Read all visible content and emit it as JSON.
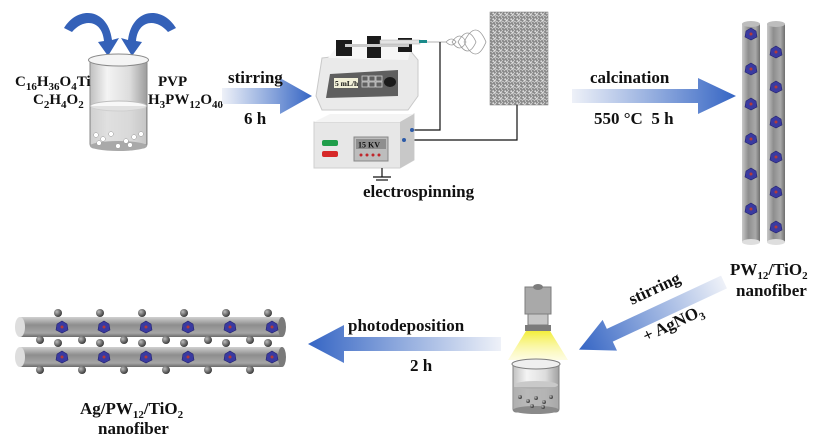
{
  "diagram": {
    "type": "process-flow",
    "title": "Preparation of Ag/PW12/TiO2 nanofiber",
    "colors": {
      "arrow": "#3b6cc7",
      "arrow_fade": "#e8ecf6",
      "fiber": "#9a9a9a",
      "cluster": "#3a3aa0",
      "ag_particle": "#555555",
      "lamp_light": "#f5f07a",
      "green_button": "#1f9e4a",
      "red_button": "#d62828"
    },
    "steps": [
      {
        "id": "precursor",
        "reagents_left": [
          "C16H36O4Ti",
          "C2H4O2"
        ],
        "reagents_right": [
          "PVP",
          "H3PW12O40"
        ]
      },
      {
        "id": "stirring",
        "arrow_label_top": "stirring",
        "arrow_label_bottom": "6 h"
      },
      {
        "id": "electrospinning",
        "label": "electrospinning",
        "pump_display": "5 mL/h",
        "voltage_display": "15 KV"
      },
      {
        "id": "calcination",
        "arrow_label_top": "calcination",
        "arrow_label_bottom": "550 °C  5 h"
      },
      {
        "id": "pw12-tio2",
        "label_line1": "PW12/TiO2",
        "label_line2": "nanofiber"
      },
      {
        "id": "stirring-agno3",
        "arrow_label_top": "stirring",
        "arrow_label_bottom": "+ AgNO3"
      },
      {
        "id": "photodeposition",
        "arrow_label_top": "photodeposition",
        "arrow_label_bottom": "2 h"
      },
      {
        "id": "ag-pw12-tio2",
        "label_line1": "Ag/PW12/TiO2",
        "label_line2": "nanofiber"
      }
    ]
  }
}
